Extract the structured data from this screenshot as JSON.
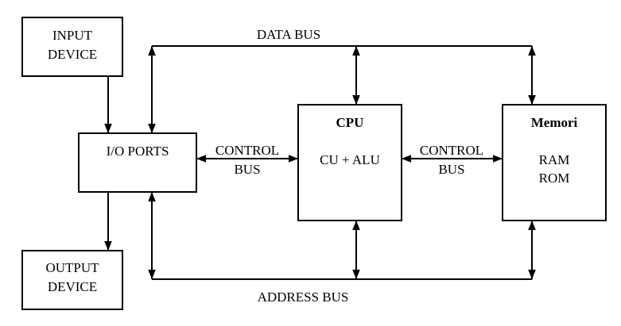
{
  "input_device": {
    "line1": "INPUT",
    "line2": "DEVICE"
  },
  "output_device": {
    "line1": "OUTPUT",
    "line2": "DEVICE"
  },
  "io_ports": {
    "label": "I/O PORTS"
  },
  "cpu": {
    "title": "CPU",
    "body": "CU + ALU"
  },
  "memory": {
    "title": "Memori",
    "line1": "RAM",
    "line2": "ROM"
  },
  "buses": {
    "data": "DATA BUS",
    "address": "ADDRESS BUS",
    "control_left": {
      "line1": "CONTROL",
      "line2": "BUS"
    },
    "control_right": {
      "line1": "CONTROL",
      "line2": "BUS"
    }
  }
}
